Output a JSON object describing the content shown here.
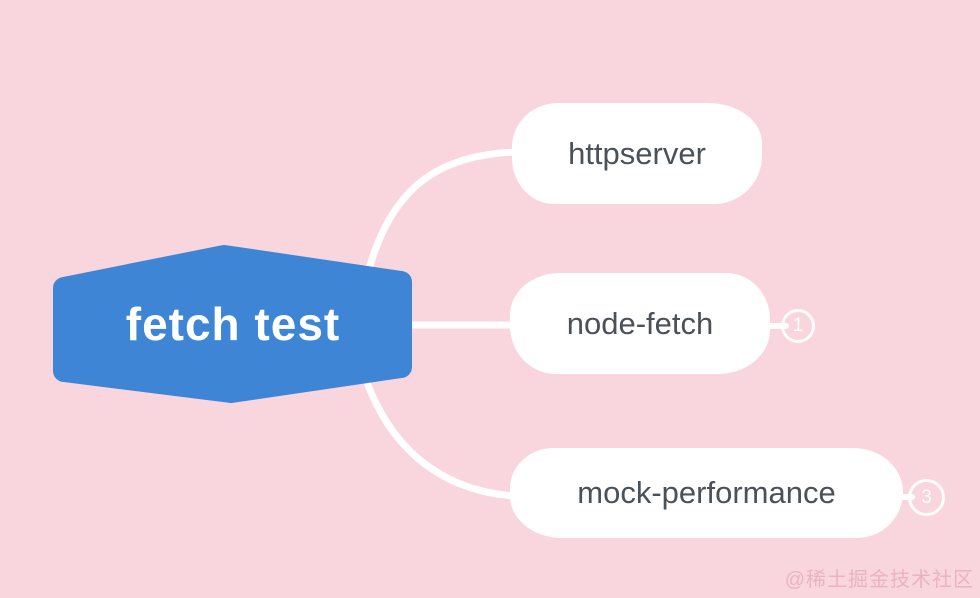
{
  "canvas": {
    "background_color": "#f9d6dd",
    "watermark": "@稀土掘金技术社区"
  },
  "mindmap": {
    "root": {
      "label": "fetch test",
      "shape": "hexagon",
      "fill_color": "#3e86d5",
      "text_color": "#ffffff"
    },
    "children": [
      {
        "label": "httpserver"
      },
      {
        "label": "node-fetch",
        "badge": "1"
      },
      {
        "label": "mock-performance",
        "badge": "3"
      }
    ],
    "node_bg_color": "#ffffff",
    "node_text_color": "#4a5158",
    "connector_color": "#ffffff"
  }
}
